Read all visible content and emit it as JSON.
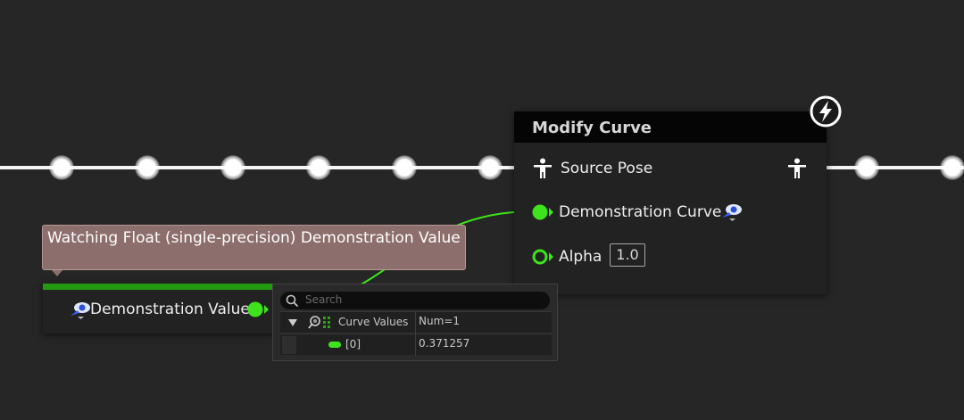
{
  "modify_curve_node": {
    "title": "Modify Curve",
    "pins": {
      "source_pose": "Source Pose",
      "demonstration_curve": "Demonstration Curve",
      "alpha": "Alpha",
      "alpha_value": "1.0"
    }
  },
  "watch": {
    "text": "Watching Float (single-precision) Demonstration Value"
  },
  "variable_node": {
    "label": "Demonstration Value"
  },
  "watch_popup": {
    "search_placeholder": "Search",
    "header": {
      "name": "Curve Values",
      "value": "Num=1"
    },
    "rows": [
      {
        "name": "[0]",
        "value": "0.371257"
      }
    ]
  },
  "colors": {
    "float_pin": "#3ee41b",
    "pose_wire": "#f4f4f4",
    "watch_bubble": "#8c6f6c",
    "variable_bar": "#249a10"
  },
  "icons": [
    "pose-icon",
    "variable-eye-icon",
    "fast-path-lightning-icon",
    "search-icon",
    "expand-triangle-icon",
    "watch-magnifier-icon"
  ]
}
